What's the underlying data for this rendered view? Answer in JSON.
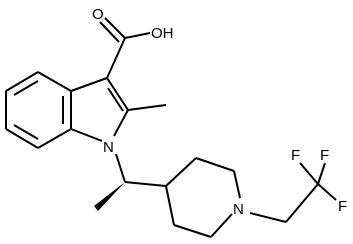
{
  "molecule": {
    "atom_labels": {
      "oxygen_carbonyl": "O",
      "hydroxyl": "OH",
      "indole_nitrogen": "N",
      "piperidine_nitrogen": "N",
      "fluorine_top_left": "F",
      "fluorine_top_right": "F",
      "fluorine_right": "F"
    },
    "colors": {
      "bond": "#000000",
      "label": "#000000",
      "background": "#ffffff"
    }
  }
}
